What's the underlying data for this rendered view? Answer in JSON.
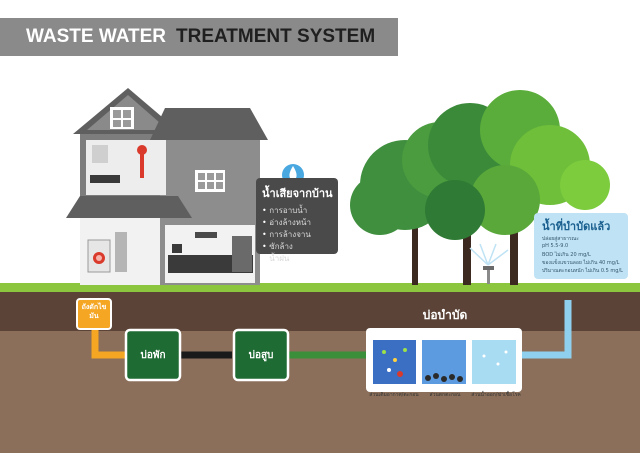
{
  "title": {
    "part1": "WASTE WATER",
    "part2": "TREATMENT SYSTEM"
  },
  "house_callout": {
    "heading": "น้ำเสียจากบ้าน",
    "items": [
      "การอาบน้ำ",
      "อ่างล้างหน้า",
      "การล้างจาน",
      "ซักล้าง",
      "น้ำฝน"
    ]
  },
  "treated_callout": {
    "heading": "น้ำที่บำบัดแล้ว",
    "lines": [
      "ปล่อยสู่สาธารณะ",
      "pH 5.5-9.0",
      "BOD ไม่เกิน 20 mg/L",
      "ของแข็งแขวนลอย ไม่เกิน 40 mg/L",
      "ปริมาณตะกอนหนัก ไม่เกิน 0.5 mg/L"
    ]
  },
  "grease_trap": "ถังดักไขมัน",
  "tank_rest": "บ่อพัก",
  "tank_pump": "บ่อสูบ",
  "treatment_title": "บ่อบำบัด",
  "chambers": [
    "ส่วนเติมอากาศ/ตะกอน",
    "ส่วนตกตะกอน",
    "ส่วนน้ำออก/ฆ่าเชื้อโรค"
  ],
  "colors": {
    "title_banner": "#8a8a8a",
    "house": "#7d7d7d",
    "roof": "#5f5f5f",
    "grass": "#8cc63f",
    "soil": "#5b4437",
    "earth": "#8b6f5a",
    "tank_green": "#1f6b34",
    "pipe_green": "#3b8f3b",
    "pipe_orange": "#f5a623",
    "pipe_blue": "#8fd0ee"
  }
}
